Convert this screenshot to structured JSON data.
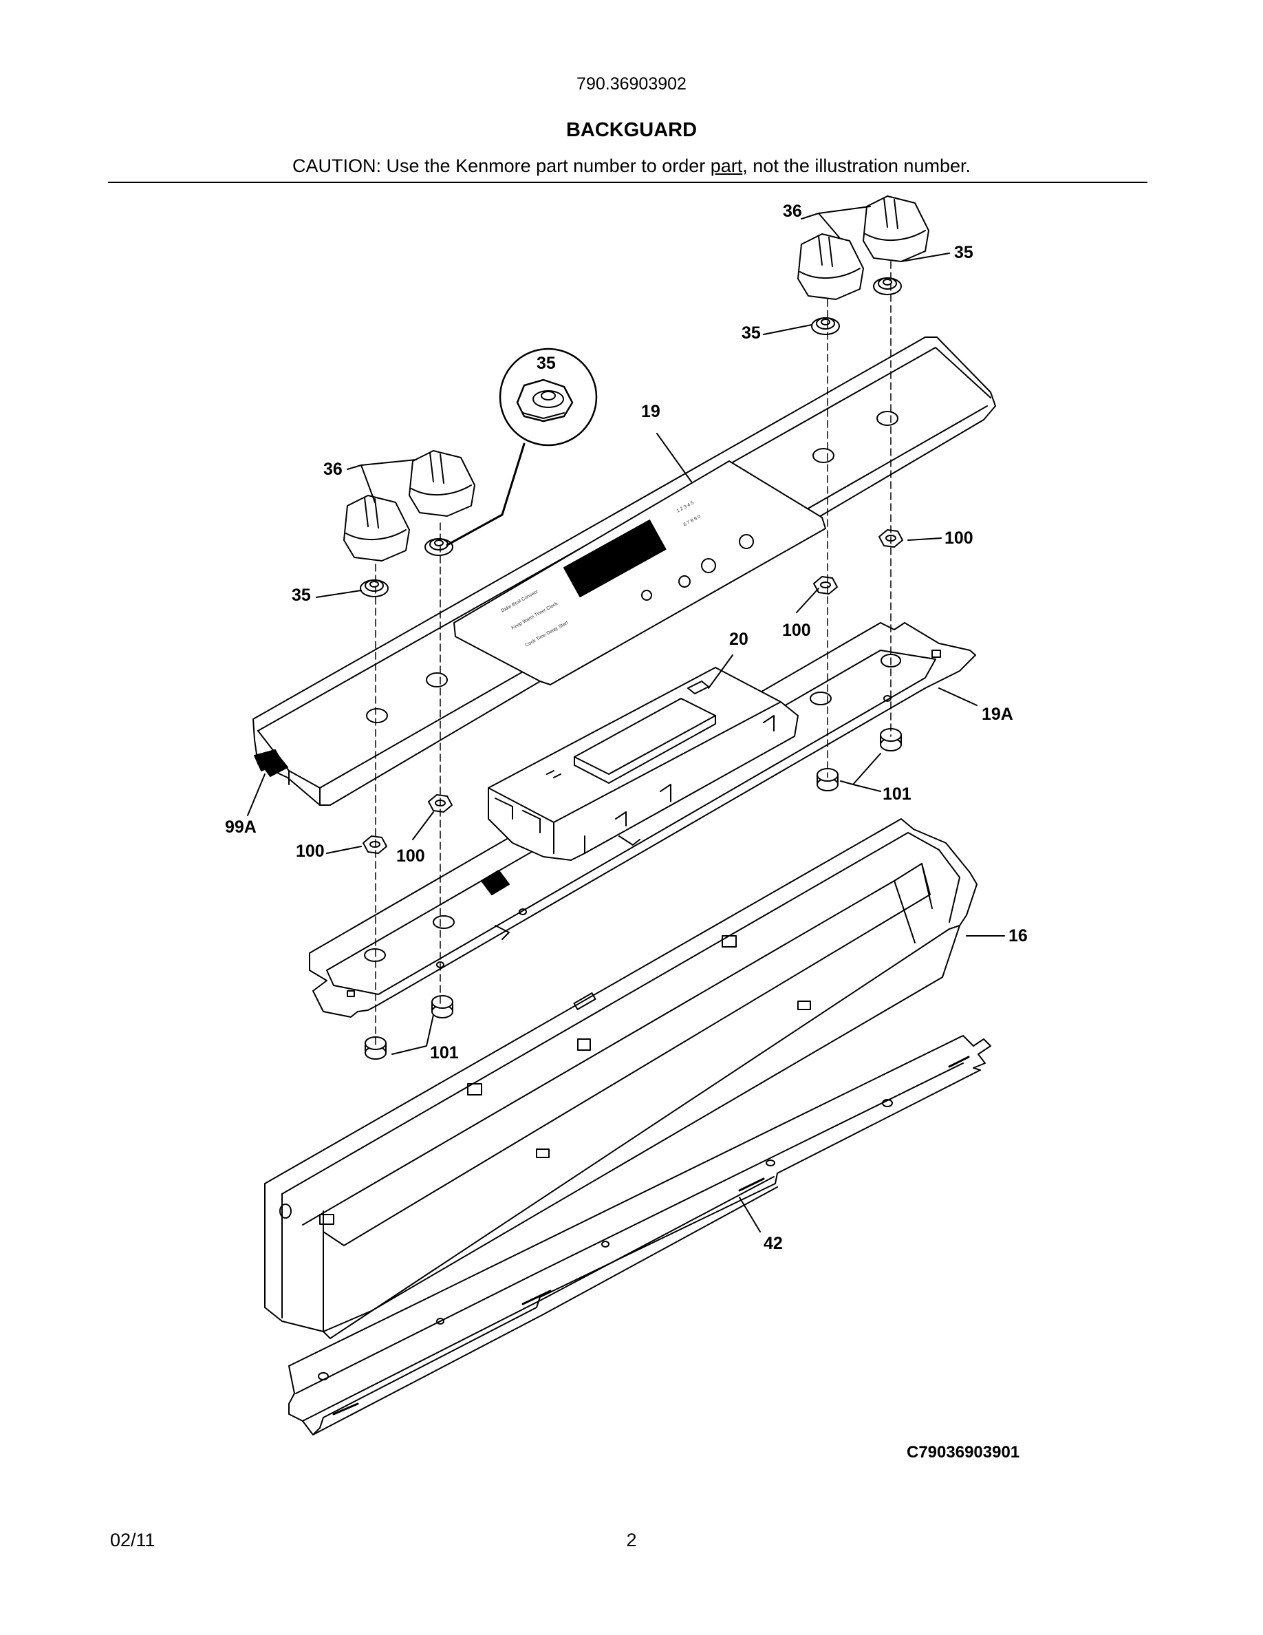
{
  "header": {
    "model_number": "790.36903902",
    "section_title": "BACKGUARD",
    "caution_prefix": "CAUTION: Use the Kenmore part number to order ",
    "caution_link": "part",
    "caution_suffix": ", not the illustration number."
  },
  "callouts": {
    "knob_top": "36",
    "nut_top_right": "35",
    "nut_top_mid": "35",
    "nut_detail": "35",
    "backguard_panel": "19",
    "knob_left": "36",
    "nut_left": "35",
    "nut_right_100": "100",
    "nut_mid_100": "100",
    "control_board": "20",
    "bracket_19a": "19A",
    "nut_101_right": "101",
    "ribbon_99a": "99A",
    "nut_100_left": "100",
    "nut_100_center": "100",
    "frame_16": "16",
    "nut_101_left": "101",
    "strip_42": "42"
  },
  "diagram_code": "C79036903901",
  "footer": {
    "date": "02/11",
    "page": "2"
  }
}
